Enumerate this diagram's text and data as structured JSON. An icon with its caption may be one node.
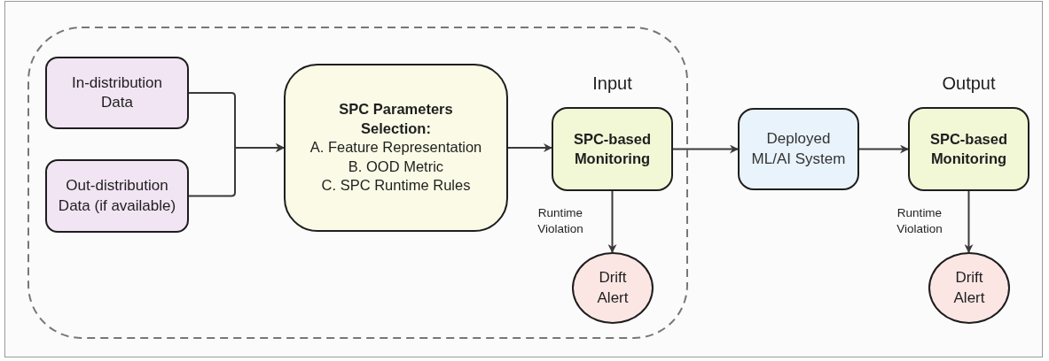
{
  "diagram": {
    "nodes": [
      {
        "text": [],
        "shape": "box"
      },
      {
        "text": [
          "In-distribution Data"
        ],
        "in": 0
      },
      {
        "text": [
          "Out-distribution Data (if available)"
        ],
        "in": 0
      },
      {
        "text": [
          "SPC Parameters Selection:",
          "A. Feature Representation",
          "B. OOD Metric",
          "C. SPC Runtime Rules"
        ],
        "in": 0
      },
      {
        "text": [
          "Input",
          "SPC-based Monitoring"
        ],
        "in": 0
      },
      {
        "text": [
          "Drift Alert"
        ],
        "in": 0
      },
      {
        "text": [
          "Deployed ML/AI System"
        ]
      },
      {
        "text": [
          "Output",
          "SPC-based Monitoring"
        ]
      },
      {
        "text": [
          "Drift Alert"
        ]
      }
    ],
    "edges": [
      {
        "from": 1,
        "to": 3,
        "arrow": "to"
      },
      {
        "from": 2,
        "to": 3,
        "arrow": "to"
      },
      {
        "from": 3,
        "to": 4,
        "arrow": "to"
      },
      {
        "from": 4,
        "to": 5,
        "label": "Runtime Violation",
        "arrow": "to"
      },
      {
        "from": 4,
        "to": 6,
        "arrow": "to"
      },
      {
        "from": 6,
        "to": 7,
        "arrow": "to"
      },
      {
        "from": 7,
        "to": 8,
        "label": "Runtime Violation",
        "arrow": "to"
      }
    ]
  }
}
